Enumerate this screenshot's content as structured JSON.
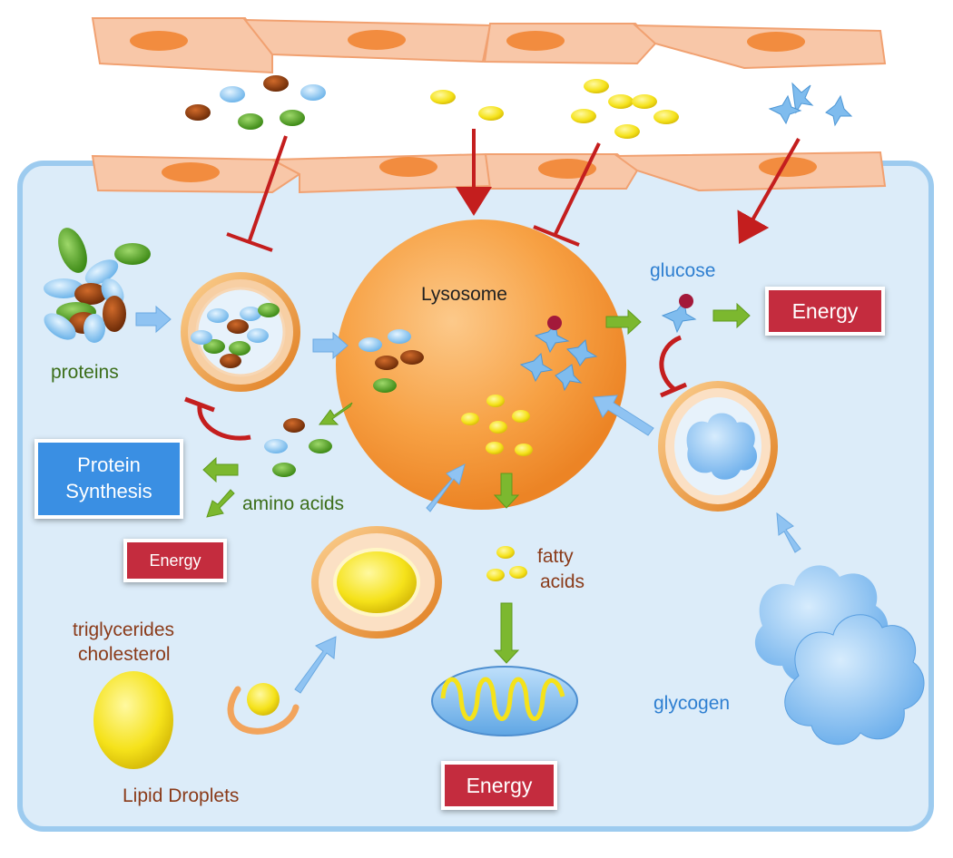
{
  "labels": {
    "lysosome": "Lysosome",
    "glucose": "glucose",
    "proteins": "proteins",
    "amino_acids": "amino acids",
    "fatty_acids_line1": "fatty",
    "fatty_acids_line2": "acids",
    "triglycerides": "triglycerides",
    "cholesterol": "cholesterol",
    "lipid_droplets": "Lipid Droplets",
    "glycogen": "glycogen"
  },
  "boxes": {
    "energy_glucose": "Energy",
    "energy_amino": "Energy",
    "energy_fatty": "Energy",
    "protein_synthesis_line1": "Protein",
    "protein_synthesis_line2": "Synthesis"
  },
  "colors": {
    "cell_background": "#dfeefa",
    "cell_border": "#9ccbf0",
    "endothelial": "#f8c6a6",
    "lysosome": "#f59a3c",
    "energy_box": "#c42c3e",
    "protein_box": "#3a8fe3",
    "inhibit_arrow": "#c41e1e",
    "green_arrow": "#7cb82f",
    "blue_arrow": "#8fc3f2",
    "amino_green": "#4f9a22",
    "amino_blue": "#7ec0ee",
    "amino_brown": "#8f3d10",
    "lipid_yellow": "#f5e21a"
  }
}
